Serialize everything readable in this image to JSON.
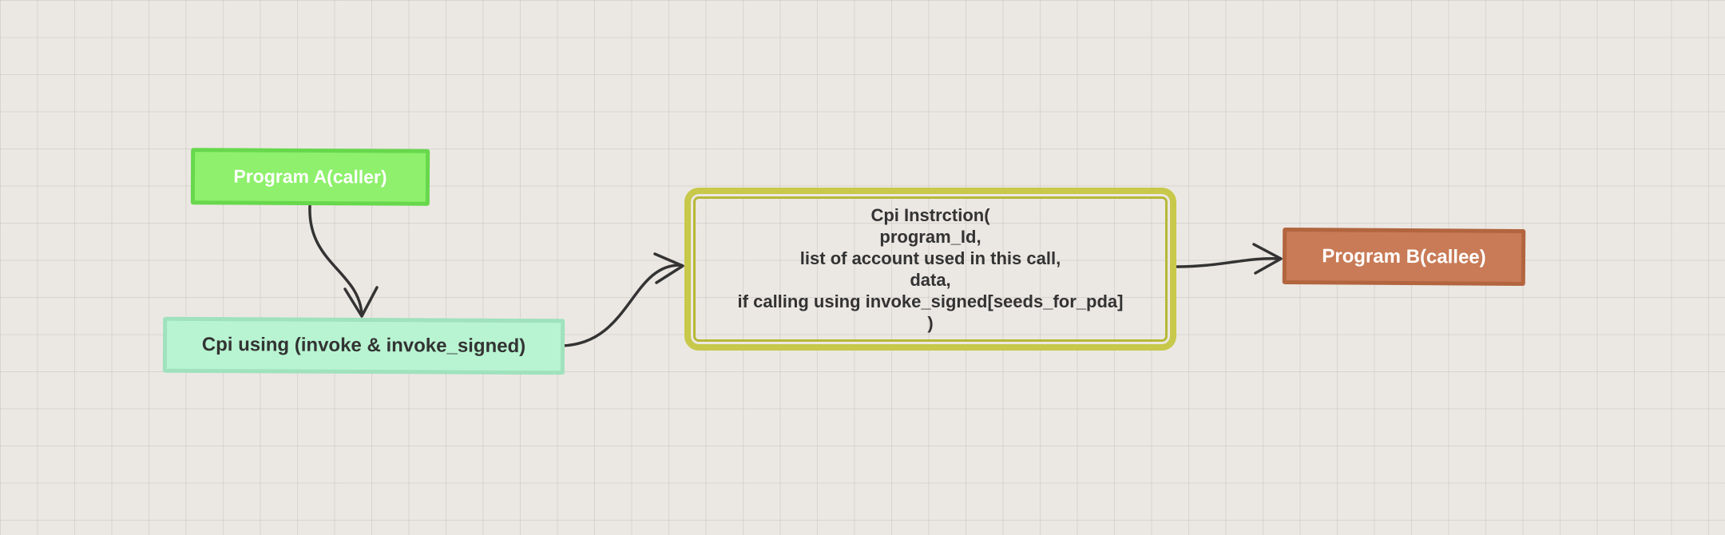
{
  "diagram": {
    "nodes": {
      "program_a": {
        "label": "Program A(caller)",
        "fill": "#8ef06c",
        "stroke": "#67d84c"
      },
      "cpi_using": {
        "label": "Cpi using (invoke & invoke_signed)",
        "fill": "#b8f4d2",
        "stroke": "#9fe2bd"
      },
      "cpi_instruction": {
        "lines": [
          "Cpi Instrction(",
          "program_Id,",
          "list of account used in this call,",
          "data,",
          "if calling using invoke_signed[seeds_for_pda]",
          ")"
        ],
        "stroke": "#c8c84a"
      },
      "program_b": {
        "label": "Program B(callee)",
        "fill": "#c87b56",
        "stroke": "#b2653f"
      }
    },
    "edges": [
      {
        "from": "program_a",
        "to": "cpi_using"
      },
      {
        "from": "cpi_using",
        "to": "cpi_instruction"
      },
      {
        "from": "cpi_instruction",
        "to": "program_b"
      }
    ],
    "edge_color": "#333333",
    "background": "#ebe8e3"
  }
}
